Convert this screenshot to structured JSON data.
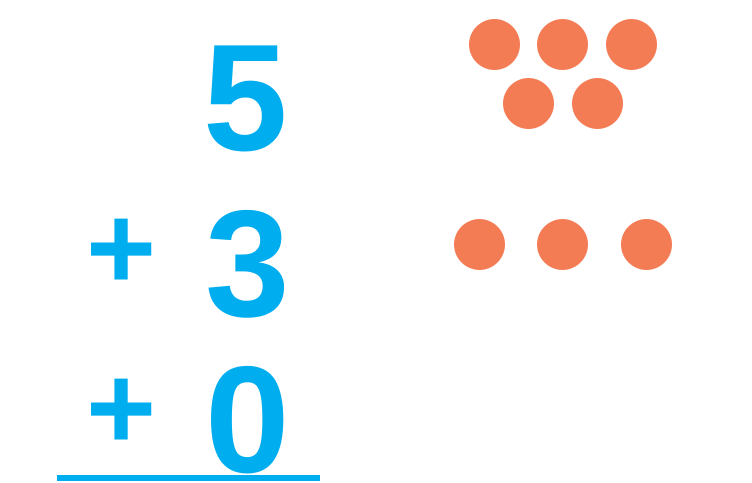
{
  "colors": {
    "digits": "#00AEEF",
    "dots": "#F47C55"
  },
  "problem": {
    "addend1": "5",
    "addend2": "3",
    "addend3": "0",
    "operator": "+"
  },
  "dot_groups": [
    {
      "count": 5,
      "represents": "5"
    },
    {
      "count": 3,
      "represents": "3"
    },
    {
      "count": 0,
      "represents": "0"
    }
  ]
}
